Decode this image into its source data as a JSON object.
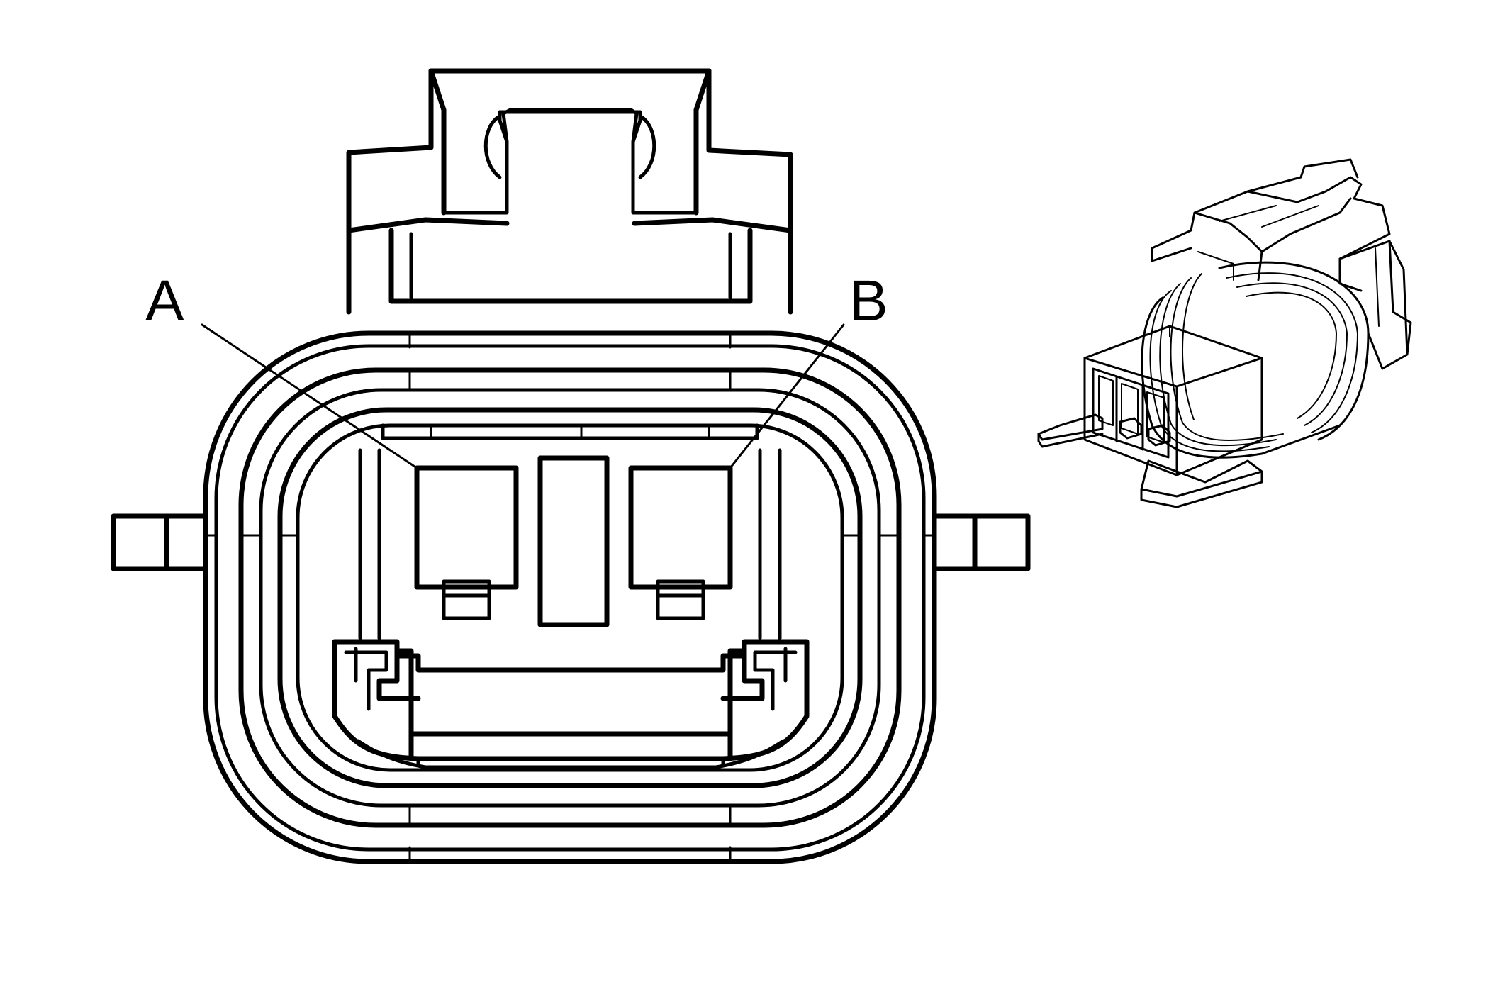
{
  "diagram": {
    "pin_labels": [
      {
        "id": "A",
        "text": "A"
      },
      {
        "id": "B",
        "text": "B"
      }
    ],
    "stroke_color": "#000000",
    "background_color": "#ffffff"
  }
}
